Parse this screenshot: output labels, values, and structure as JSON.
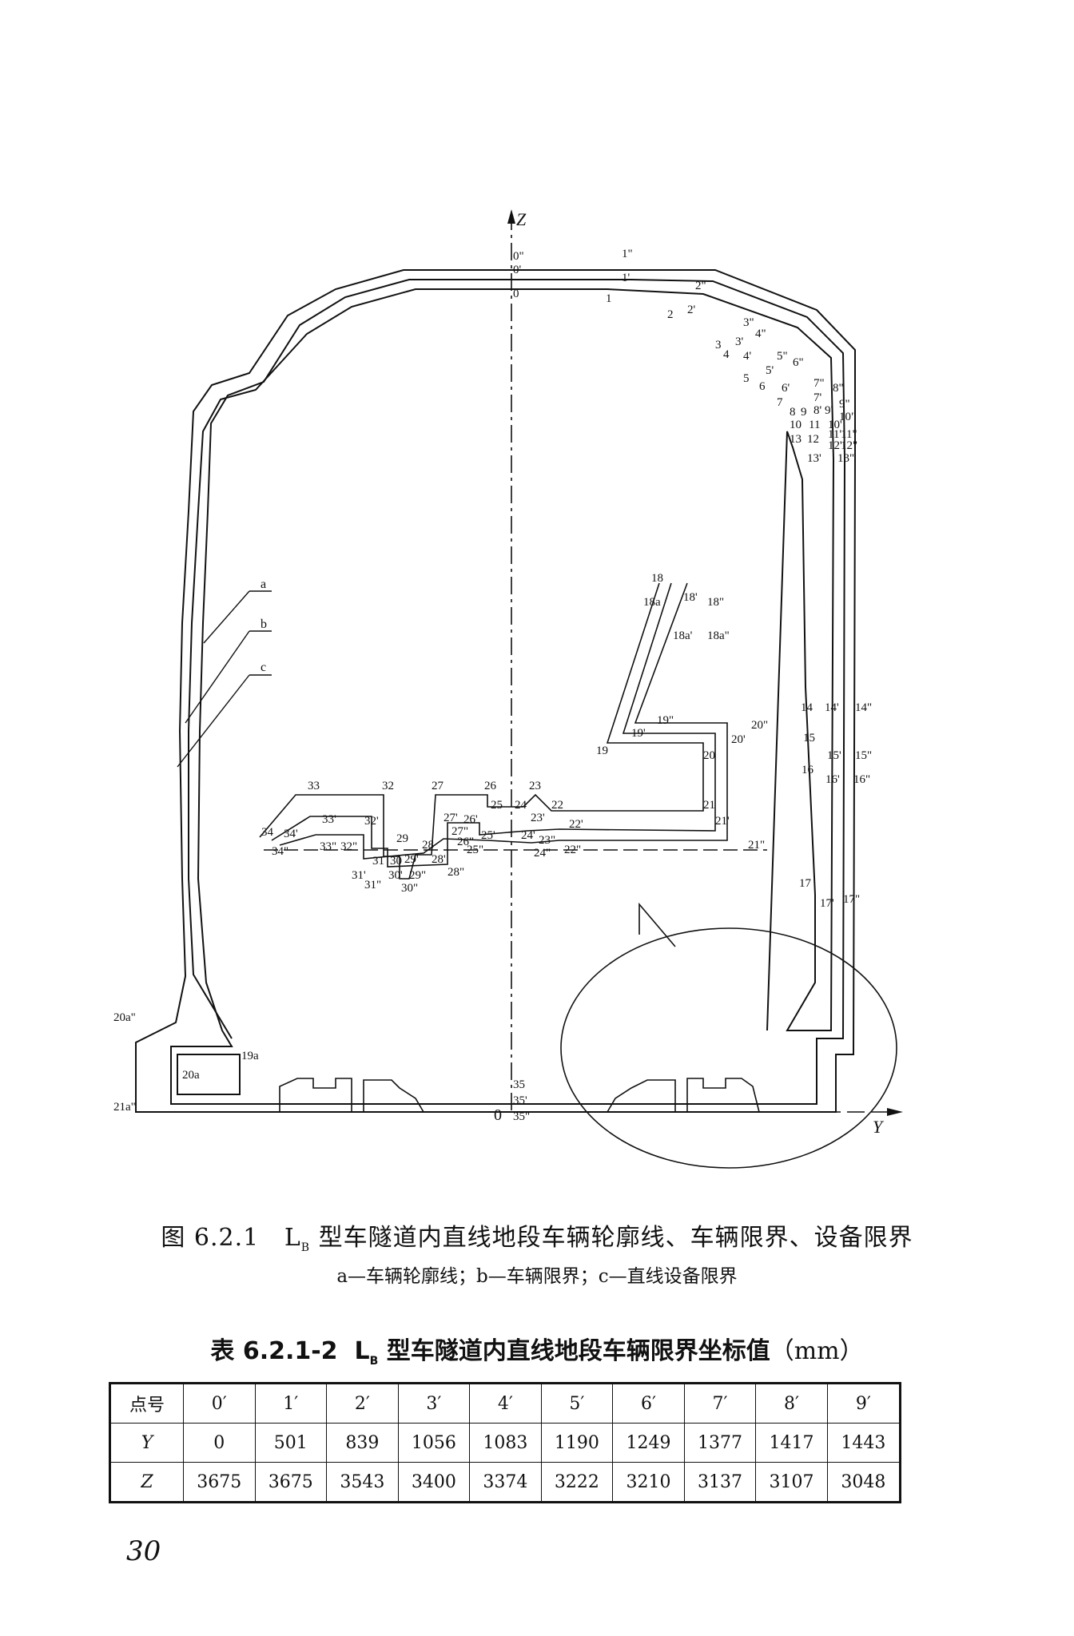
{
  "figure": {
    "axis_z": "Z",
    "axis_y": "Y",
    "origin": "0",
    "curve_labels": [
      "a",
      "b",
      "c"
    ],
    "point_labels": {
      "top": [
        "0\"",
        "0'",
        "0",
        "1\"",
        "1'",
        "1",
        "2\"",
        "2'",
        "2",
        "3\"",
        "3'",
        "3",
        "4\"",
        "4'",
        "4",
        "5\"",
        "6\"",
        "5'",
        "6'",
        "5",
        "6",
        "7\"",
        "8\"",
        "7'",
        "7",
        "8",
        "9",
        "8'",
        "9'",
        "9\"",
        "10\"",
        "10",
        "11",
        "10'",
        "11'",
        "11\"",
        "12\"",
        "13",
        "12",
        "12'",
        "13'",
        "13\""
      ],
      "side": [
        "14",
        "14'",
        "14\"",
        "15",
        "15'",
        "15\"",
        "16",
        "16'",
        "16\"",
        "17",
        "17'",
        "17\""
      ],
      "mid_right": [
        "18",
        "18a",
        "18'",
        "18\"",
        "18a'",
        "18a\"",
        "19\"",
        "19'",
        "19",
        "20\"",
        "20'",
        "20",
        "21",
        "21'",
        "21\""
      ],
      "mid": [
        "33",
        "32",
        "27",
        "26",
        "23",
        "34",
        "34'",
        "33'",
        "32'",
        "25",
        "24",
        "22",
        "27'",
        "26'",
        "23'",
        "22'",
        "34\"",
        "33\"",
        "32\"",
        "29",
        "28",
        "27\"",
        "26\"",
        "25'",
        "24'",
        "23\"",
        "31",
        "30",
        "29'",
        "28'",
        "25\"",
        "24\"",
        "22\"",
        "31'",
        "30'",
        "29\"",
        "28\"",
        "31\"",
        "30\""
      ],
      "bottom": [
        "20a\"",
        "19a",
        "20a",
        "21a\"",
        "35",
        "35'",
        "35\""
      ]
    }
  },
  "caption": {
    "prefix": "图 6.2.1",
    "lb_main": "L",
    "lb_sub": "B",
    "text": "型车隧道内直线地段车辆轮廓线、车辆限界、设备限界",
    "legend": "a—车辆轮廓线；b—车辆限界；c—直线设备限界"
  },
  "table": {
    "title_prefix": "表 6.2.1-2",
    "lb_main": "L",
    "lb_sub": "B",
    "title_text": "型车隧道内直线地段车辆限界坐标值",
    "unit": "（mm）",
    "header_label": "点号",
    "points": [
      "0′",
      "1′",
      "2′",
      "3′",
      "4′",
      "5′",
      "6′",
      "7′",
      "8′",
      "9′"
    ],
    "row_y_label": "Y",
    "row_z_label": "Z",
    "y_values": [
      "0",
      "501",
      "839",
      "1056",
      "1083",
      "1190",
      "1249",
      "1377",
      "1417",
      "1443"
    ],
    "z_values": [
      "3675",
      "3675",
      "3543",
      "3400",
      "3374",
      "3222",
      "3210",
      "3137",
      "3107",
      "3048"
    ]
  },
  "page_number": "30"
}
